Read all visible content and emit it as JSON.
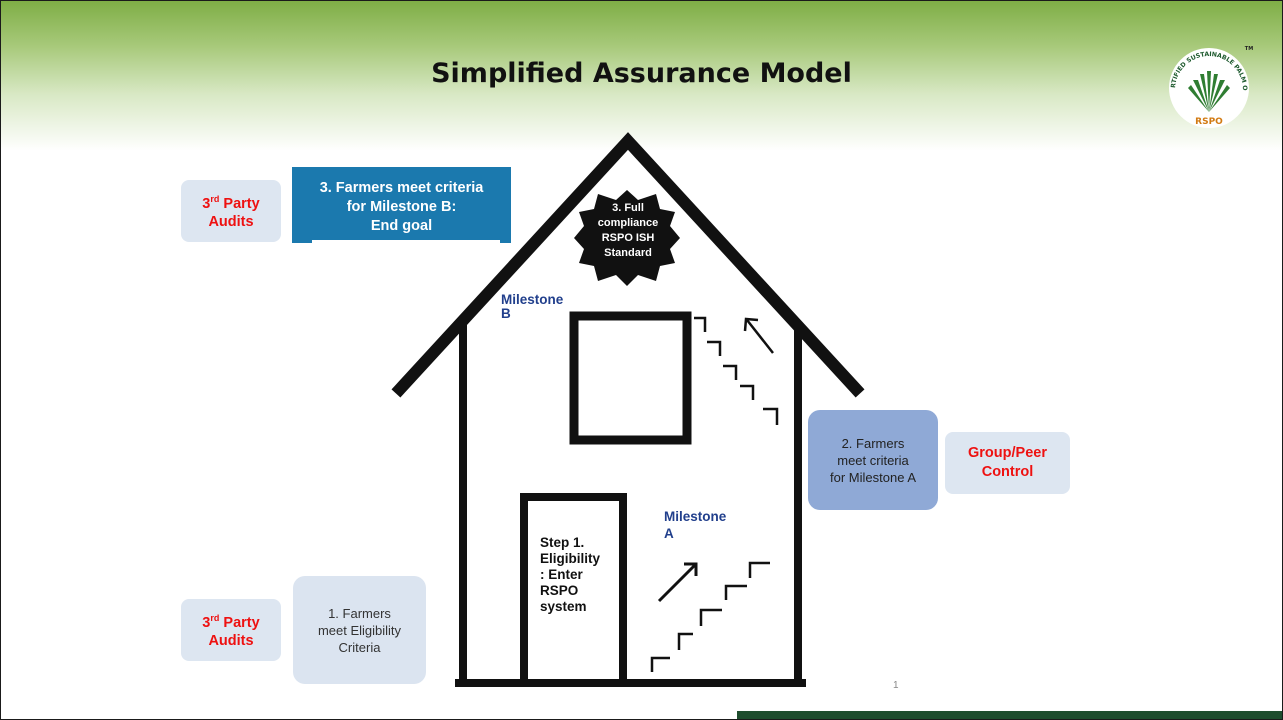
{
  "slide": {
    "title": "Simplified Assurance Model",
    "page_number": "1"
  },
  "logo": {
    "top_text": "SUSTAINABLE",
    "left_text": "CERTIFIED",
    "right_text": "PALM OIL",
    "brand": "RSPO",
    "trademark": "TM"
  },
  "audits_top": {
    "ordinal": "3",
    "ordinal_suffix": "rd",
    "line1_rest": " Party",
    "line2": "Audits"
  },
  "audits_bottom": {
    "ordinal": "3",
    "ordinal_suffix": "rd",
    "line1_rest": " Party",
    "line2": "Audits"
  },
  "milestone_b_box": {
    "line1": "3. Farmers meet criteria",
    "line2": "for Milestone B:",
    "line3": "End goal"
  },
  "full_compliance": {
    "line1": "3. Full",
    "line2": "compliance",
    "line3": "RSPO ISH",
    "line4": "Standard"
  },
  "milestone_b_label": {
    "line1": "Milestone",
    "line2": "B"
  },
  "milestone_a_label": {
    "line1": "Milestone",
    "line2": "A"
  },
  "door": {
    "line1": "Step 1.",
    "line2": "Eligibility",
    "line3": ": Enter",
    "line4": "RSPO",
    "line5": "system"
  },
  "milestone_a_box": {
    "line1": "2. Farmers",
    "line2": "meet  criteria",
    "line3": "for Milestone A"
  },
  "peer_control": {
    "line1": "Group/Peer",
    "line2": "Control"
  },
  "eligibility_box": {
    "line1": "1. Farmers",
    "line2": "meet Eligibility",
    "line3": "Criteria"
  },
  "colors": {
    "header_green": "#7fae46",
    "audit_text_red": "#ee1111",
    "milestone_b_teal": "#1b79ae",
    "milestone_label_blue": "#213f8c",
    "milestone_a_box_blue": "#8fa9d6",
    "light_box_blue": "#dbe4f0",
    "footer_green": "#1e4d2e"
  }
}
